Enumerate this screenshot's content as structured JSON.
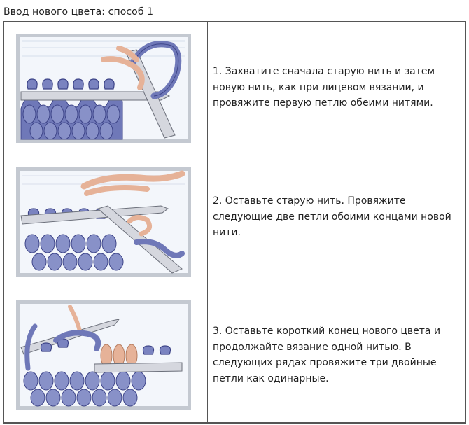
{
  "title": "Ввод нового цвета: способ 1",
  "steps": [
    {
      "text": "1. Захватите сначала старую нить и затем новую нить, как при лицевом вязании, и провяжите первую петлю обеими нитями.",
      "illustration": "knitting-illustration-step-1"
    },
    {
      "text": "2. Оставьте старую нить. Провяжите следующие две петли обоими концами новой нити.",
      "illustration": "knitting-illustration-step-2"
    },
    {
      "text": "3. Оставьте короткий конец нового цвета и продолжайте вязание одной нитью. В следующих рядах провяжите три двойные петли как одинарные.",
      "illustration": "knitting-illustration-step-3"
    }
  ],
  "colors": {
    "yarn_old": "#6f78b8",
    "yarn_new": "#e6b298",
    "needle": "#d5d7de",
    "frame": "#c9cfd6",
    "panel_bg": "#f3f6fb"
  }
}
